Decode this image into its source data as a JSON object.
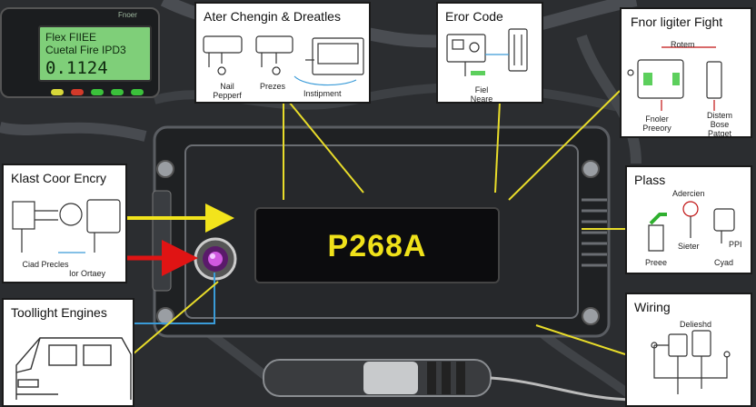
{
  "meter": {
    "brand": "Fnoer",
    "line1": "Flex FIIEE",
    "line2": "Cuetal Fire IPD3",
    "reading": "0.1124"
  },
  "ecu": {
    "code": "P268A"
  },
  "panels": {
    "after_changing": {
      "title": "Ater Chengin & Dreatles",
      "labels": [
        "Nail Pepperf",
        "Prezes",
        "Instipment"
      ]
    },
    "error_code": {
      "title": "Eror Code",
      "labels": [
        "Fiel Neare"
      ]
    },
    "frnor": {
      "title": "Fnor ligiter Fight",
      "labels": [
        "Rotem",
        "Fnoler Preeory",
        "Distem Bose Patget"
      ]
    },
    "klast": {
      "title": "Klast Coor Encry",
      "labels": [
        "Ciad Precles",
        "Ior Ortaey"
      ]
    },
    "plass": {
      "title": "Plass",
      "labels": [
        "Adercien",
        "Sieter",
        "PPI",
        "Preee",
        "Cyad"
      ]
    },
    "toolight": {
      "title": "Toollight Engines"
    },
    "wiring": {
      "title": "Wiring",
      "labels": [
        "Delieshd"
      ]
    }
  },
  "colors": {
    "arrow_yellow": "#f2e41c",
    "arrow_red": "#e01414",
    "code_yellow": "#f0e21a",
    "lcd_green": "#7fcf79",
    "line_blue": "#3a9bd8"
  }
}
